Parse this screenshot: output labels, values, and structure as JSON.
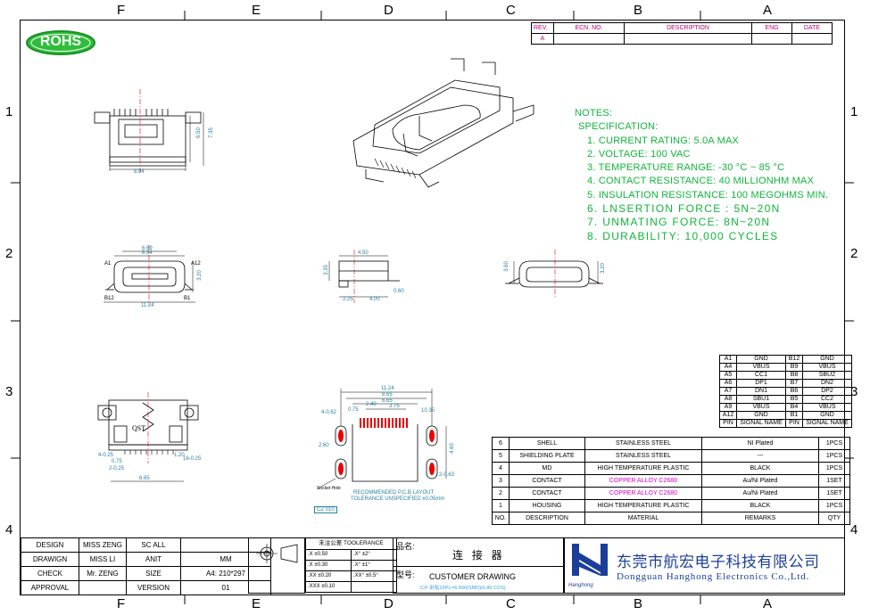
{
  "zones": {
    "cols": [
      "F",
      "E",
      "D",
      "C",
      "B",
      "A"
    ],
    "rows": [
      "1",
      "2",
      "3",
      "4"
    ]
  },
  "logo": "ROHS",
  "revision_table": {
    "headers": [
      "REV.",
      "ECN. NO.",
      "DESCRIPTION",
      "ENG",
      "DATE"
    ],
    "row": [
      "A",
      "",
      "",
      "",
      ""
    ]
  },
  "notes": {
    "title": "NOTES:",
    "subtitle": "SPECIFICATION:",
    "items": [
      "1. CURRENT RATING: 5.0A MAX",
      "2. VOLTAGE: 100 VAC",
      "3. TEMPERATURE RANGE: -30 °C ~ 85 °C",
      "4. CONTACT RESISTANCE: 40 MILLIONHM MAX",
      "5. INSULATION RESISTANCE: 100 MEGOHMS MIN.",
      "6. LNSERTION FORCE : 5N~20N",
      "7. UNMATING FORCE: 8N~20N",
      "8. DURABILITY:   10,000 CYCLES"
    ]
  },
  "dimensions": {
    "top_width": "8.94",
    "top_h1": "6.50",
    "top_h2": "7.35",
    "front_w1": "8.94",
    "front_w2": "6.69",
    "front_w3": "11.24",
    "front_a1": "A1",
    "front_a12": "A12",
    "front_b12": "B12",
    "front_b1": "B1",
    "front_h": "3.20",
    "side_w": "4.50",
    "side_h": "3.35",
    "side_a": "2.25",
    "side_b": "4.00",
    "side_c": "0.60",
    "end_h1": "3.60",
    "end_h2": "3.20",
    "bottom_label": "QST",
    "bottom_w": "6.65",
    "bottom_l1": "4-0.25",
    "bottom_l2": "0.75",
    "bottom_l3": "2-0.25",
    "bottom_r1": "1.20",
    "bottom_r2": "16-0.25",
    "pcb_w1": "11.24",
    "pcb_w2": "8.65",
    "pcb_w3": "6.65",
    "pcb_w4": "3.75",
    "pcb_a": "2.40",
    "pcb_b": "0.75",
    "pcb_c": "10.35",
    "pcb_d": "4-0.62",
    "pcb_e": "2.60",
    "pcb_f": "4.60",
    "pcb_g": "2-0.63",
    "pcb_note1": "RECOMMENDED  P.C.B  LAYOUT",
    "pcb_note2": "TOLERANCE UNSPECIFIED ±0.05mm",
    "pcb_tag": "CZ 010",
    "pcb_left": "Socket Hole"
  },
  "pin_table": {
    "rows": [
      [
        "A1",
        "GND",
        "B12",
        "GND"
      ],
      [
        "A4",
        "VBUS",
        "B9",
        "VBUS"
      ],
      [
        "A5",
        "CC1",
        "B8",
        "SBU2"
      ],
      [
        "A6",
        "DP1",
        "B7",
        "DN2"
      ],
      [
        "A7",
        "DN1",
        "B6",
        "DP2"
      ],
      [
        "A8",
        "SBU1",
        "B5",
        "CC2"
      ],
      [
        "A9",
        "VBUS",
        "B4",
        "VBUS"
      ],
      [
        "A12",
        "GND",
        "B1",
        "GND"
      ]
    ],
    "header": [
      "PIN",
      "SIGNAL NAME",
      "PIN",
      "SIGNAL NAME"
    ]
  },
  "bom": {
    "rows": [
      [
        "6",
        "SHELL",
        "STAINLESS STEEL",
        "NI Plated",
        "1PCS"
      ],
      [
        "5",
        "SHIELDING PLATE",
        "STAINLESS STEEL",
        "---",
        "1PCS"
      ],
      [
        "4",
        "MD",
        "HIGH TEMPERATURE PLASTIC",
        "BLACK",
        "1PCS"
      ],
      [
        "3",
        "CONTACT",
        "COPPER ALLOY  C2680",
        "Au/Ni Plated",
        "1SET"
      ],
      [
        "2",
        "CONTACT",
        "COPPER ALLOY  C2680",
        "Au/Ni Plated",
        "1SET"
      ],
      [
        "1",
        "HOUSING",
        "HIGH TEMPERATURE PLASTIC",
        "BLACK",
        "1PCS"
      ]
    ],
    "header": [
      "NO.",
      "DESCRIPTION",
      "MATERIAL",
      "REMARKS",
      "QTY"
    ]
  },
  "title_block": {
    "rows": [
      [
        "DESIGN",
        "MISS ZENG",
        "SC ALL",
        ""
      ],
      [
        "DRAWIGN",
        "MISS LI",
        "ANIT",
        "MM"
      ],
      [
        "CHECK",
        "Mr. ZENG",
        "SIZE",
        "A4: 210*297"
      ],
      [
        "APPROVAL",
        "",
        "VERSION",
        "01"
      ]
    ],
    "tolerance_title": "未注公差 TOOLERANCE",
    "tolerance": [
      [
        ".X  ±0.50",
        ".X°  ±2°"
      ],
      [
        ".X  ±0.30",
        ".X°  ±1°"
      ],
      [
        ".XX  ±0.20",
        ".XX°  ±0.5°"
      ],
      [
        ".XXX ±0.10",
        ""
      ]
    ],
    "part_label": "品名:",
    "part_name": "连 接 器",
    "model_label": "型号:",
    "model_name": "CUSTOMER DRAWING",
    "model_sub": "C/F 卧贴16P.L=6.500(SMD)(0.80 COS)",
    "company_cn": "东莞市航宏电子科技有限公司",
    "company_en": "Dongguan Hanghong Electronics Co.,Ltd.",
    "company_logo_text": "Hanghong",
    "colors": {
      "logo_blue": "#1b3f99",
      "notes_green": "#11b53a",
      "rohs_green": "#2fbd3c"
    }
  }
}
